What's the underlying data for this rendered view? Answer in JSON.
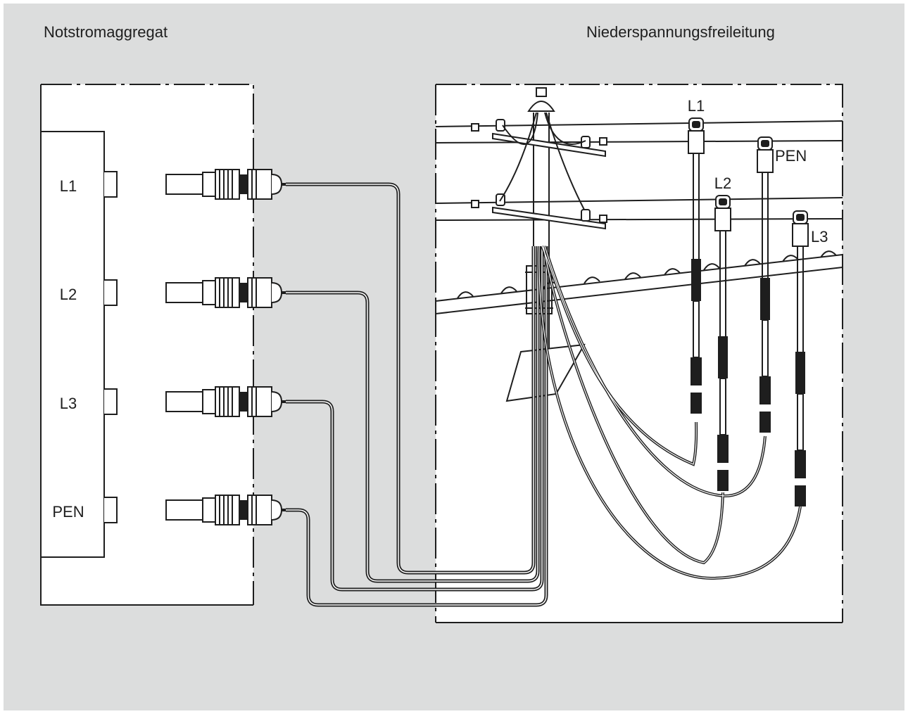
{
  "generator": {
    "title": "Notstromaggregat",
    "terminals": [
      "L1",
      "L2",
      "L3",
      "PEN"
    ]
  },
  "overhead_line": {
    "title": "Niederspannungsfreileitung",
    "conductor_labels": [
      "L1",
      "L2",
      "PEN",
      "L3"
    ]
  },
  "colors": {
    "background": "#dcdddd",
    "panel": "#ffffff",
    "stroke": "#1e1e1e"
  }
}
